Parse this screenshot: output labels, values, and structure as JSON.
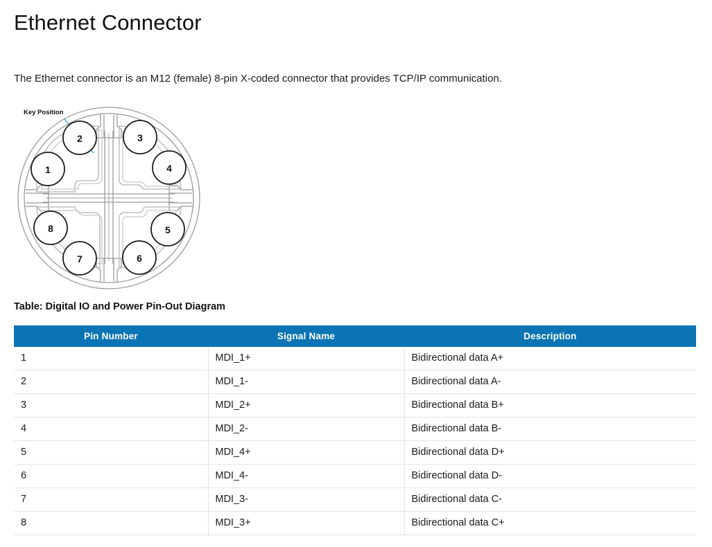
{
  "page": {
    "title": "Ethernet Connector",
    "intro": "The Ethernet connector is an M12 (female) 8-pin X-coded connector that provides TCP/IP communication."
  },
  "figure": {
    "name": "m12-x-coded-connector-diagram",
    "key_position_label": "Key Position",
    "pin_labels": [
      "1",
      "2",
      "3",
      "4",
      "5",
      "6",
      "7",
      "8"
    ],
    "colors": {
      "outline": "#9a9a9a",
      "pin_circle": "#1a1a1a",
      "leader_line": "#5aa8d6"
    }
  },
  "table": {
    "caption": "Table: Digital IO and Power Pin-Out Diagram",
    "header_color": "#0b74b5",
    "columns": [
      "Pin Number",
      "Signal Name",
      "Description"
    ],
    "rows": [
      {
        "pin": "1",
        "signal": "MDI_1+",
        "description": "Bidirectional data A+"
      },
      {
        "pin": "2",
        "signal": "MDI_1-",
        "description": "Bidirectional data A-"
      },
      {
        "pin": "3",
        "signal": "MDI_2+",
        "description": "Bidirectional data B+"
      },
      {
        "pin": "4",
        "signal": "MDI_2-",
        "description": "Bidirectional data B-"
      },
      {
        "pin": "5",
        "signal": "MDI_4+",
        "description": "Bidirectional data D+"
      },
      {
        "pin": "6",
        "signal": "MDI_4-",
        "description": "Bidirectional data D-"
      },
      {
        "pin": "7",
        "signal": "MDI_3-",
        "description": "Bidirectional data C-"
      },
      {
        "pin": "8",
        "signal": "MDI_3+",
        "description": "Bidirectional data C+"
      }
    ]
  }
}
